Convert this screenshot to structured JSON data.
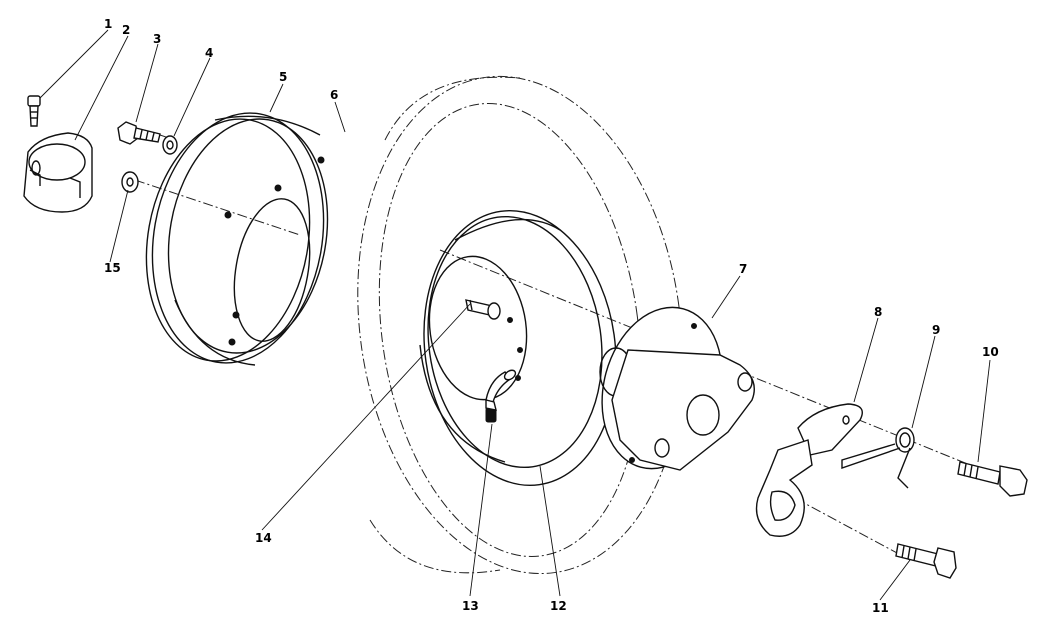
{
  "callouts": [
    {
      "id": "1",
      "part": "set-screw"
    },
    {
      "id": "2",
      "part": "hub-collar"
    },
    {
      "id": "3",
      "part": "bolt"
    },
    {
      "id": "4",
      "part": "lock-washer"
    },
    {
      "id": "5",
      "part": "rim-half-outer"
    },
    {
      "id": "6",
      "part": "tire"
    },
    {
      "id": "7",
      "part": "hub-flange"
    },
    {
      "id": "8",
      "part": "latch-plate"
    },
    {
      "id": "9",
      "part": "spring"
    },
    {
      "id": "10",
      "part": "shoulder-bolt"
    },
    {
      "id": "11",
      "part": "bolt-lower"
    },
    {
      "id": "12",
      "part": "rim-half-inner"
    },
    {
      "id": "13",
      "part": "valve-stem"
    },
    {
      "id": "14",
      "part": "carriage-bolt"
    },
    {
      "id": "15",
      "part": "nut"
    }
  ]
}
